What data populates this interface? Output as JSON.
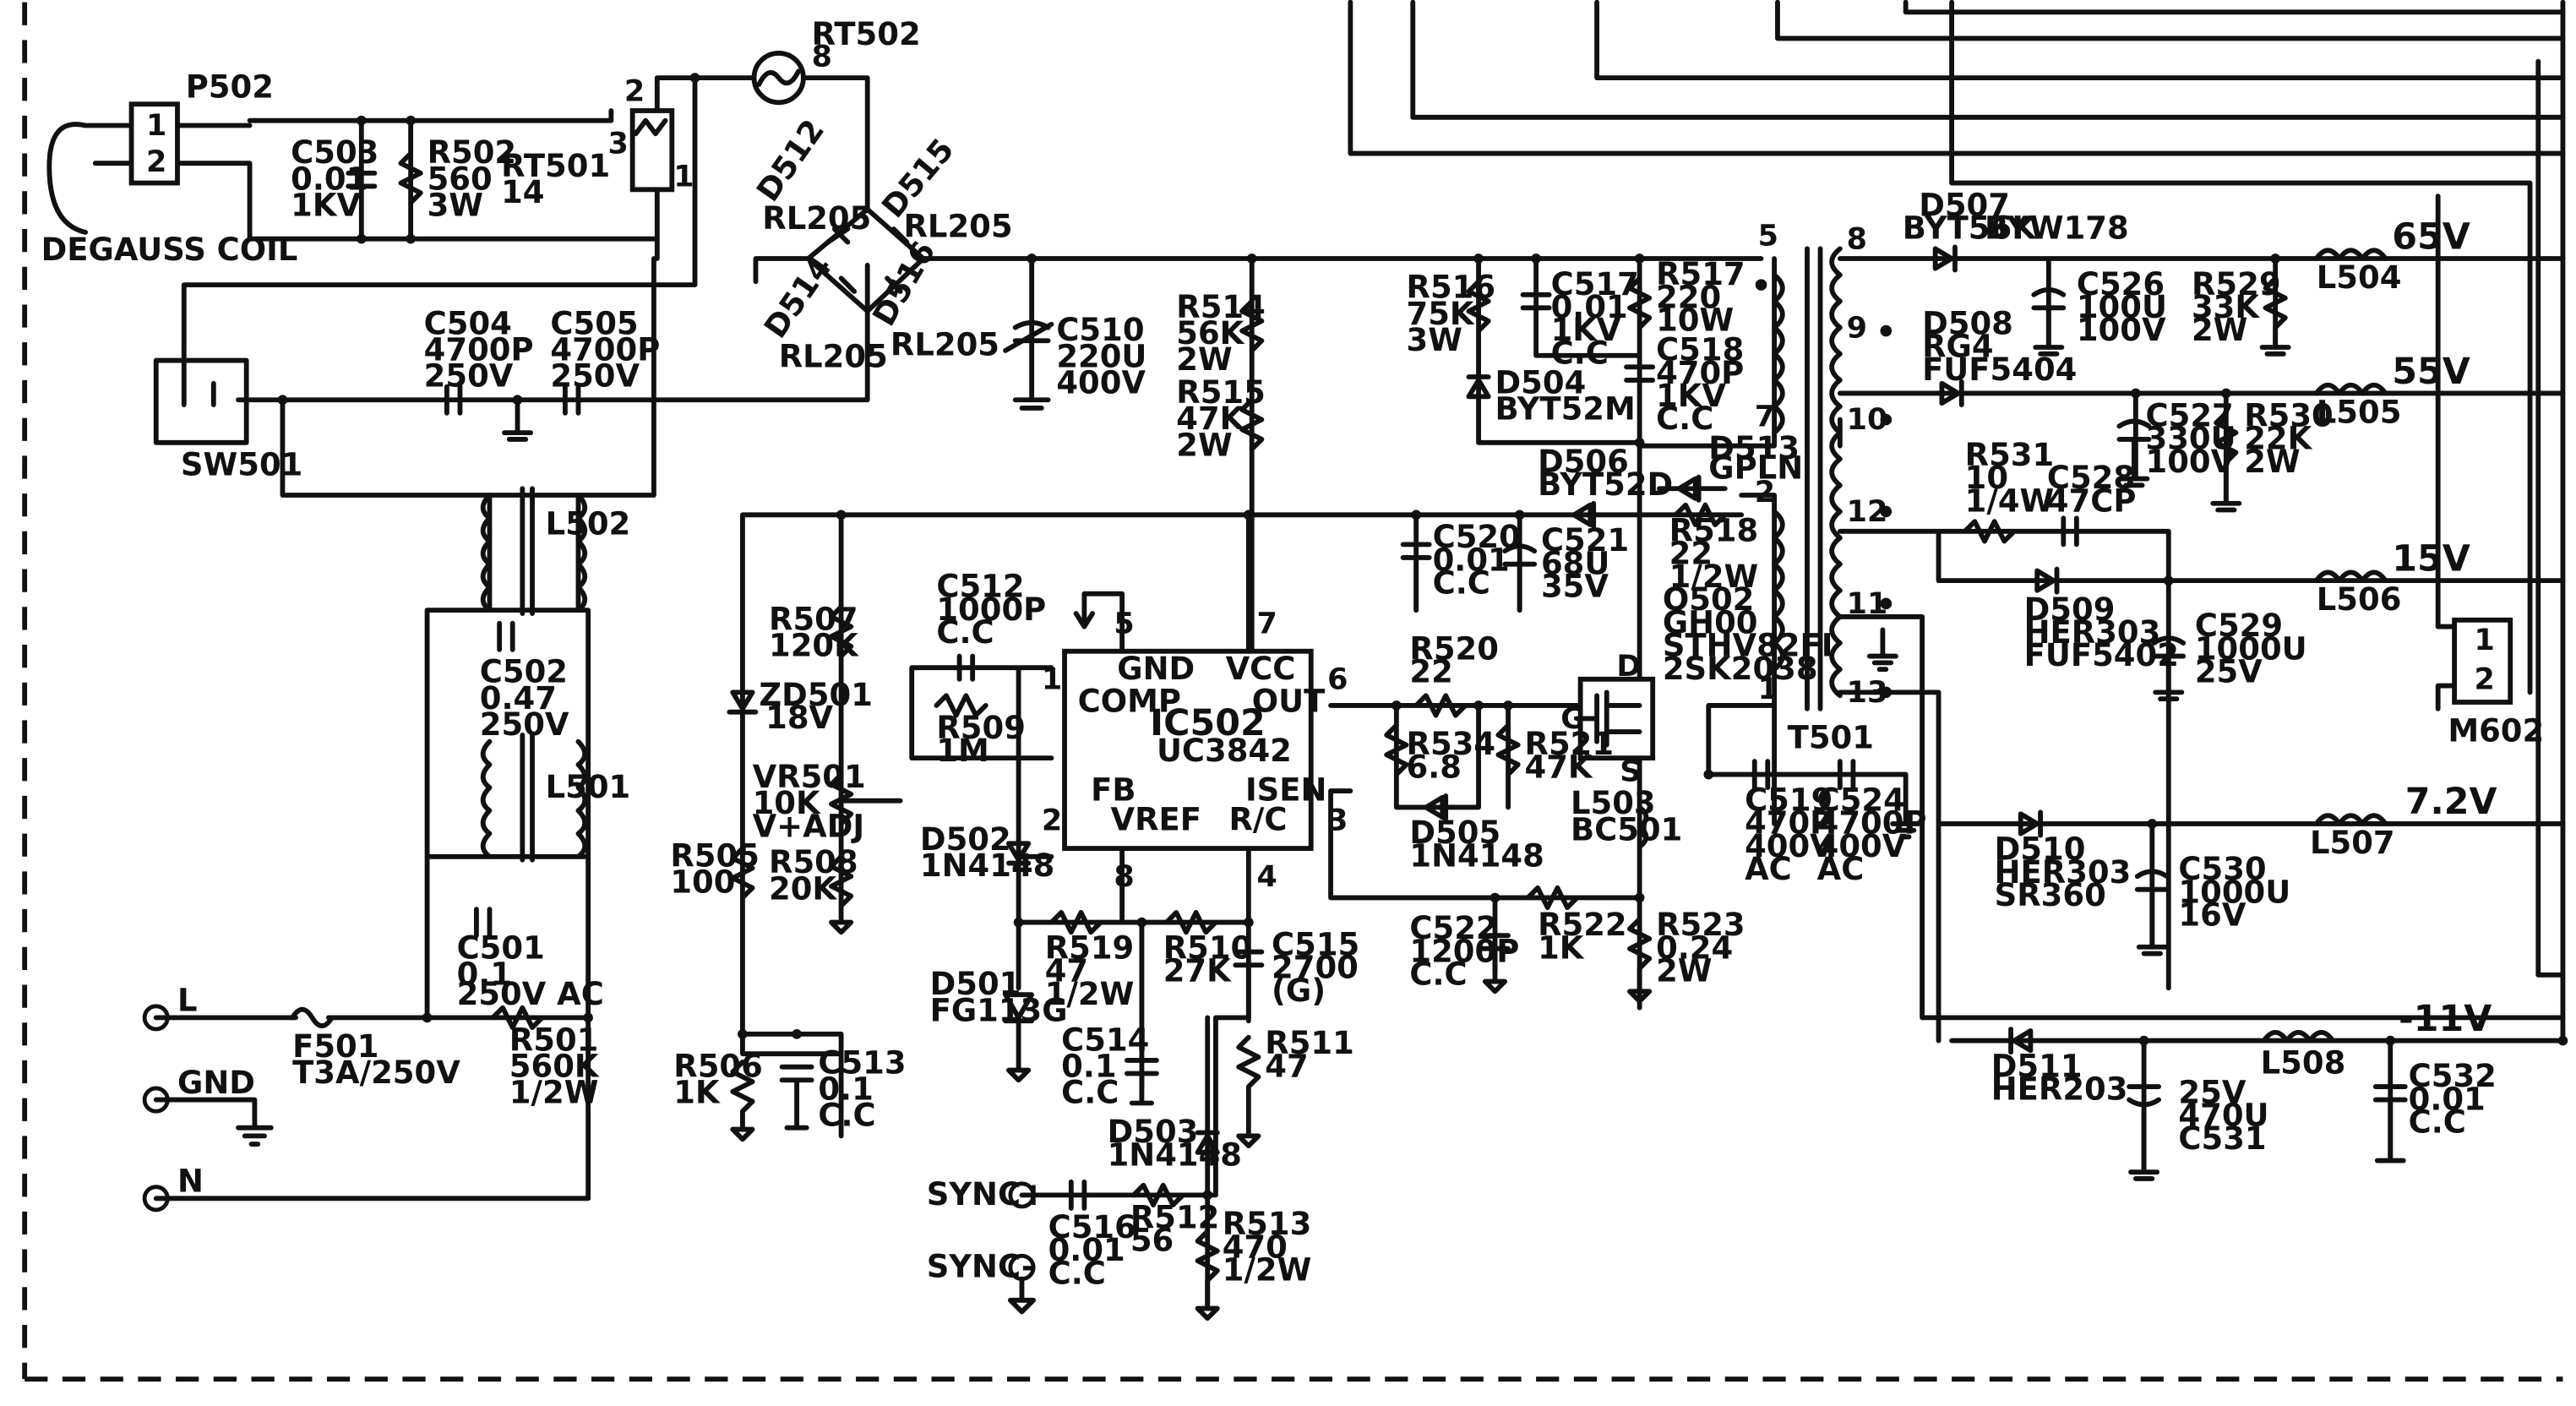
{
  "labels": [
    {
      "text": "P502"
    },
    {
      "text": "1"
    },
    {
      "text": "2"
    },
    {
      "text": "DEGAUSS COIL"
    },
    {
      "text": "C503"
    },
    {
      "text": "0.01"
    },
    {
      "text": "1KV"
    },
    {
      "text": "R502"
    },
    {
      "text": "560"
    },
    {
      "text": "3W"
    },
    {
      "text": "RT501"
    },
    {
      "text": "14"
    },
    {
      "text": "2"
    },
    {
      "text": "3"
    },
    {
      "text": "1"
    },
    {
      "text": "RT502"
    },
    {
      "text": "8"
    },
    {
      "text": "D512"
    },
    {
      "text": "RL205"
    },
    {
      "text": "D515"
    },
    {
      "text": "RL205"
    },
    {
      "text": "D514"
    },
    {
      "text": "RL205"
    },
    {
      "text": "D516"
    },
    {
      "text": "RL205"
    },
    {
      "text": "C504"
    },
    {
      "text": "4700P"
    },
    {
      "text": "250V"
    },
    {
      "text": "C505"
    },
    {
      "text": "4700P"
    },
    {
      "text": "250V"
    },
    {
      "text": "SW501"
    },
    {
      "text": "L502"
    },
    {
      "text": "C502"
    },
    {
      "text": "0.47"
    },
    {
      "text": "250V"
    },
    {
      "text": "L501"
    },
    {
      "text": "C501"
    },
    {
      "text": "0.1"
    },
    {
      "text": "250V  AC"
    },
    {
      "text": "L"
    },
    {
      "text": "F501"
    },
    {
      "text": "T3A/250V"
    },
    {
      "text": "R501"
    },
    {
      "text": "560K"
    },
    {
      "text": "1/2W"
    },
    {
      "text": "GND"
    },
    {
      "text": "N"
    },
    {
      "text": "C510"
    },
    {
      "text": "220U"
    },
    {
      "text": "400V"
    },
    {
      "text": "R514"
    },
    {
      "text": "56K"
    },
    {
      "text": "2W"
    },
    {
      "text": "R515"
    },
    {
      "text": "47K"
    },
    {
      "text": "2W"
    },
    {
      "text": "R507"
    },
    {
      "text": "120K"
    },
    {
      "text": "ZD501"
    },
    {
      "text": "18V"
    },
    {
      "text": "VR501"
    },
    {
      "text": "10K"
    },
    {
      "text": "V+ADJ"
    },
    {
      "text": "R505"
    },
    {
      "text": "100"
    },
    {
      "text": "R508"
    },
    {
      "text": "20K"
    },
    {
      "text": "R506"
    },
    {
      "text": "1K"
    },
    {
      "text": "C513"
    },
    {
      "text": "0.1"
    },
    {
      "text": "C.C"
    },
    {
      "text": "C512"
    },
    {
      "text": "1000P"
    },
    {
      "text": "C.C"
    },
    {
      "text": "R509"
    },
    {
      "text": "1M"
    },
    {
      "text": "D502"
    },
    {
      "text": "1N4148"
    },
    {
      "text": "D501"
    },
    {
      "text": "FG113G"
    },
    {
      "text": "C514"
    },
    {
      "text": "0.1"
    },
    {
      "text": "C.C"
    },
    {
      "text": "R519"
    },
    {
      "text": "47"
    },
    {
      "text": "1/2W"
    },
    {
      "text": "R510"
    },
    {
      "text": "27K"
    },
    {
      "text": "C515"
    },
    {
      "text": "2700"
    },
    {
      "text": "(G)"
    },
    {
      "text": "R511"
    },
    {
      "text": "47"
    },
    {
      "text": "D503"
    },
    {
      "text": "1N4148"
    },
    {
      "text": "SYNC+"
    },
    {
      "text": "SYNC-"
    },
    {
      "text": "C516"
    },
    {
      "text": "0.01"
    },
    {
      "text": "C.C"
    },
    {
      "text": "R512"
    },
    {
      "text": "56"
    },
    {
      "text": "R513"
    },
    {
      "text": "470"
    },
    {
      "text": "1/2W"
    },
    {
      "text": "IC502"
    },
    {
      "text": "UC3842"
    },
    {
      "text": "GND"
    },
    {
      "text": "VCC"
    },
    {
      "text": "COMP"
    },
    {
      "text": "OUT"
    },
    {
      "text": "FB"
    },
    {
      "text": "ISEN"
    },
    {
      "text": "VREF"
    },
    {
      "text": "R/C"
    },
    {
      "text": "5"
    },
    {
      "text": "7"
    },
    {
      "text": "1"
    },
    {
      "text": "6"
    },
    {
      "text": "2"
    },
    {
      "text": "3"
    },
    {
      "text": "8"
    },
    {
      "text": "4"
    },
    {
      "text": "R516"
    },
    {
      "text": "75K"
    },
    {
      "text": "3W"
    },
    {
      "text": "C517"
    },
    {
      "text": "0.01"
    },
    {
      "text": "1KV"
    },
    {
      "text": "C.C"
    },
    {
      "text": "D504"
    },
    {
      "text": "BYT52M"
    },
    {
      "text": "R517"
    },
    {
      "text": "220"
    },
    {
      "text": "10W"
    },
    {
      "text": "C518"
    },
    {
      "text": "470P"
    },
    {
      "text": "1KV"
    },
    {
      "text": "C.C"
    },
    {
      "text": "D506"
    },
    {
      "text": "BYT52D"
    },
    {
      "text": "D513"
    },
    {
      "text": "GPLN"
    },
    {
      "text": "R518"
    },
    {
      "text": "22"
    },
    {
      "text": "1/2W"
    },
    {
      "text": "C520"
    },
    {
      "text": "0.01"
    },
    {
      "text": "C.C"
    },
    {
      "text": "C521"
    },
    {
      "text": "68U"
    },
    {
      "text": "35V"
    },
    {
      "text": "Q502"
    },
    {
      "text": "GH00"
    },
    {
      "text": "STHV82FI"
    },
    {
      "text": "2SK2038"
    },
    {
      "text": "R520"
    },
    {
      "text": "22"
    },
    {
      "text": "R534"
    },
    {
      "text": "6.8"
    },
    {
      "text": "R521"
    },
    {
      "text": "47K"
    },
    {
      "text": "D505"
    },
    {
      "text": "1N4148"
    },
    {
      "text": "D"
    },
    {
      "text": "G"
    },
    {
      "text": "S"
    },
    {
      "text": "L503"
    },
    {
      "text": "BC501"
    },
    {
      "text": "C522"
    },
    {
      "text": "1200P"
    },
    {
      "text": "C.C"
    },
    {
      "text": "R522"
    },
    {
      "text": "1K"
    },
    {
      "text": "R523"
    },
    {
      "text": "0.24"
    },
    {
      "text": "2W"
    },
    {
      "text": "5"
    },
    {
      "text": "7"
    },
    {
      "text": "2"
    },
    {
      "text": "1"
    },
    {
      "text": "T501"
    },
    {
      "text": "C519"
    },
    {
      "text": "470P"
    },
    {
      "text": "400V"
    },
    {
      "text": "AC"
    },
    {
      "text": "C524"
    },
    {
      "text": "4700P"
    },
    {
      "text": "400V"
    },
    {
      "text": "AC"
    },
    {
      "text": "8"
    },
    {
      "text": "9"
    },
    {
      "text": "10"
    },
    {
      "text": "12"
    },
    {
      "text": "11"
    },
    {
      "text": "13"
    },
    {
      "text": "D507"
    },
    {
      "text": "BYT56K"
    },
    {
      "text": "BYW178"
    },
    {
      "text": "C526"
    },
    {
      "text": "100U"
    },
    {
      "text": "100V"
    },
    {
      "text": "R529"
    },
    {
      "text": "33K"
    },
    {
      "text": "2W"
    },
    {
      "text": "L504"
    },
    {
      "text": "65V"
    },
    {
      "text": "D508"
    },
    {
      "text": "RG4"
    },
    {
      "text": "FUF5404"
    },
    {
      "text": "C527"
    },
    {
      "text": "330U"
    },
    {
      "text": "100V"
    },
    {
      "text": "R530"
    },
    {
      "text": "22K"
    },
    {
      "text": "2W"
    },
    {
      "text": "L505"
    },
    {
      "text": "55V"
    },
    {
      "text": "R531"
    },
    {
      "text": "10"
    },
    {
      "text": "1/4W"
    },
    {
      "text": "C528"
    },
    {
      "text": "47CP"
    },
    {
      "text": "D509"
    },
    {
      "text": "HER303"
    },
    {
      "text": "FUF5402"
    },
    {
      "text": "C529"
    },
    {
      "text": "1000U"
    },
    {
      "text": "25V"
    },
    {
      "text": "L506"
    },
    {
      "text": "15V"
    },
    {
      "text": "M602"
    },
    {
      "text": "1"
    },
    {
      "text": "2"
    },
    {
      "text": "D510"
    },
    {
      "text": "HER303"
    },
    {
      "text": "SR360"
    },
    {
      "text": "C530"
    },
    {
      "text": "1000U"
    },
    {
      "text": "16V"
    },
    {
      "text": "L507"
    },
    {
      "text": "7.2V"
    },
    {
      "text": "D511"
    },
    {
      "text": "HER203"
    },
    {
      "text": "25V"
    },
    {
      "text": "470U"
    },
    {
      "text": "C531"
    },
    {
      "text": "L508"
    },
    {
      "text": "-11V"
    },
    {
      "text": "C532"
    },
    {
      "text": "0.01"
    },
    {
      "text": "C.C"
    }
  ]
}
